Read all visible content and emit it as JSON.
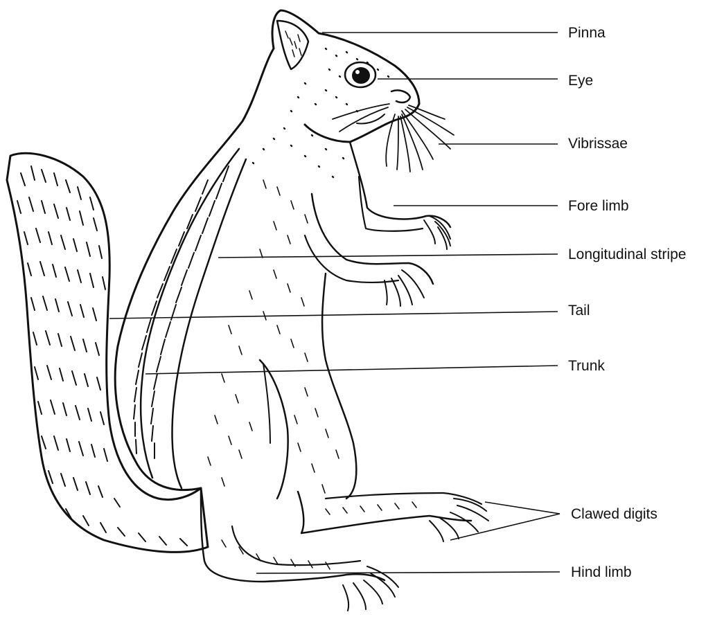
{
  "labels": {
    "pinna": "Pinna",
    "eye": "Eye",
    "vibrissae": "Vibrissae",
    "fore_limb": "Fore limb",
    "longitudinal_stripe": "Longitudinal stripe",
    "tail": "Tail",
    "trunk": "Trunk",
    "clawed_digits": "Clawed digits",
    "hind_limb": "Hind limb"
  },
  "colors": {
    "ink": "#111111",
    "paper": "#ffffff"
  }
}
